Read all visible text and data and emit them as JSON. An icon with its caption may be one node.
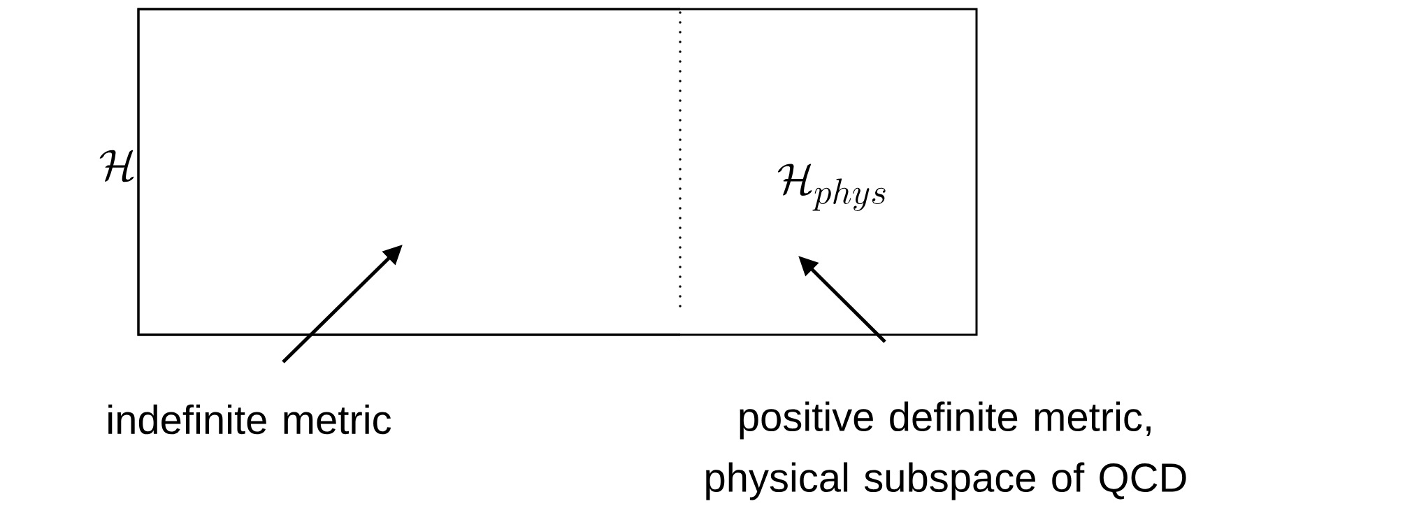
{
  "diagram": {
    "nodes": [
      {
        "text": [
          "\\mathcal{H}"
        ]
      },
      {
        "text": [],
        "shape": "box",
        "in": 0
      },
      {
        "text": [
          "\\mathcal{H}_{phys}"
        ],
        "in": 0
      },
      {
        "text": [
          "indefinite metric"
        ]
      },
      {
        "text": [
          "positive definite metric, physical subspace of QCD"
        ]
      }
    ],
    "edges": [
      {
        "from": 3,
        "to": 1,
        "arrow": "to"
      },
      {
        "from": 4,
        "to": 2,
        "arrow": "to"
      }
    ]
  }
}
